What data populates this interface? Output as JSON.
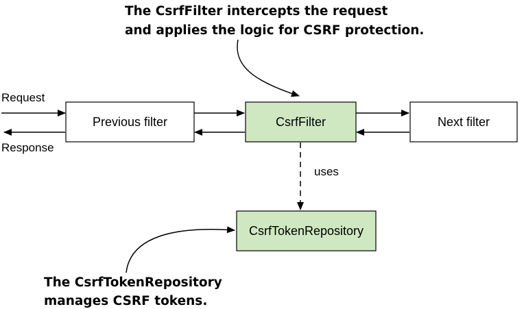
{
  "callouts": {
    "csrf_filter": {
      "line1": "The CsrfFilter intercepts the request",
      "line2": "and applies the logic for CSRF protection."
    },
    "token_repository": {
      "line1": "The CsrfTokenRepository",
      "line2": "manages CSRF tokens."
    }
  },
  "labels": {
    "request": "Request",
    "response": "Response",
    "uses": "uses"
  },
  "boxes": {
    "previous_filter": {
      "label": "Previous filter",
      "fill": "#ffffff"
    },
    "csrf_filter": {
      "label": "CsrfFilter",
      "fill": "#cfe8c1"
    },
    "next_filter": {
      "label": "Next filter",
      "fill": "#ffffff"
    },
    "csrf_token_repository": {
      "label": "CsrfTokenRepository",
      "fill": "#cfe8c1"
    }
  },
  "colors": {
    "stroke": "#000000",
    "highlight_fill": "#cfe8c1"
  }
}
